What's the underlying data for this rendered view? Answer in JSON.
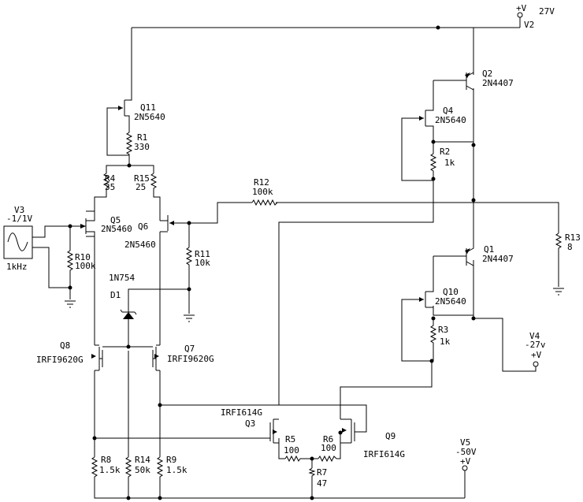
{
  "supplies": {
    "v2": {
      "name": "V2",
      "plus": "+V",
      "value": "27V"
    },
    "v4": {
      "name": "V4",
      "value": "-27v",
      "plus": "+V"
    },
    "v5": {
      "name": "V5",
      "value": "-50V",
      "plus": "+V"
    },
    "v3": {
      "name": "V3",
      "value": "-1/1V",
      "freq": "1kHz"
    }
  },
  "transistors": {
    "q11": {
      "ref": "Q11",
      "part": "2N5640"
    },
    "q2": {
      "ref": "Q2",
      "part": "2N4407"
    },
    "q4": {
      "ref": "Q4",
      "part": "2N5640"
    },
    "q5": {
      "ref": "Q5",
      "part": "2N5460"
    },
    "q6": {
      "ref": "Q6",
      "part": "2N5460"
    },
    "q1": {
      "ref": "Q1",
      "part": "2N4407"
    },
    "q10": {
      "ref": "Q10",
      "part": "2N5640"
    },
    "q8": {
      "ref": "Q8",
      "part": "IRFI9620G"
    },
    "q7": {
      "ref": "Q7",
      "part": "IRFI9620G"
    },
    "q3": {
      "ref": "Q3",
      "part": "IRFI614G"
    },
    "q9": {
      "ref": "Q9",
      "part": "IRFI614G"
    }
  },
  "resistors": {
    "r1": {
      "ref": "R1",
      "value": "330"
    },
    "r2": {
      "ref": "R2",
      "value": "1k"
    },
    "r3": {
      "ref": "R3",
      "value": "1k"
    },
    "r4": {
      "ref": "R4",
      "value": "35"
    },
    "r15": {
      "ref": "R15",
      "value": "25"
    },
    "r12": {
      "ref": "R12",
      "value": "100k"
    },
    "r10": {
      "ref": "R10",
      "value": "100k"
    },
    "r11": {
      "ref": "R11",
      "value": "10k"
    },
    "r13": {
      "ref": "R13",
      "value": "8"
    },
    "r5": {
      "ref": "R5",
      "value": "100"
    },
    "r6": {
      "ref": "R6",
      "value": "100"
    },
    "r7": {
      "ref": "R7",
      "value": "47"
    },
    "r8": {
      "ref": "R8",
      "value": "1.5k"
    },
    "r14": {
      "ref": "R14",
      "value": "50k"
    },
    "r9": {
      "ref": "R9",
      "value": "1.5k"
    }
  },
  "diodes": {
    "d1": {
      "ref": "D1",
      "part": "1N754"
    }
  }
}
